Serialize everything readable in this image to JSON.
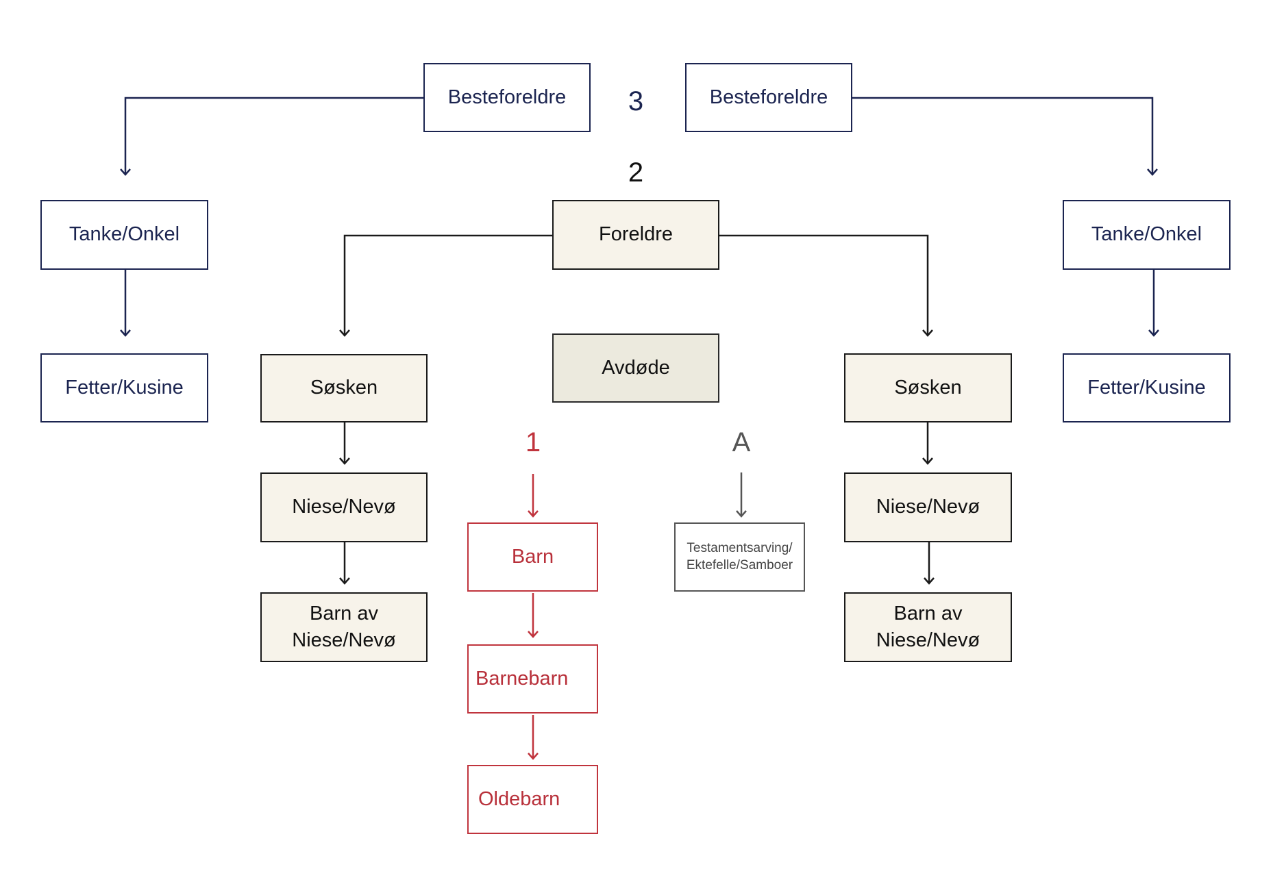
{
  "colors": {
    "navy": "#1b2450",
    "black": "#1a1a1a",
    "red": "#c0343d",
    "grey": "#555555",
    "beige_fill": "#f7f3ea",
    "deceased_fill": "#eceade"
  },
  "labels": {
    "class3": "3",
    "class2": "2",
    "class1": "1",
    "classA": "A"
  },
  "nodes": {
    "grandparents_left": "Besteforeldre",
    "grandparents_right": "Besteforeldre",
    "aunt_uncle_left": "Tanke/Onkel",
    "aunt_uncle_right": "Tanke/Onkel",
    "cousin_left": "Fetter/Kusine",
    "cousin_right": "Fetter/Kusine",
    "parents": "Foreldre",
    "deceased": "Avdøde",
    "siblings_left": "Søsken",
    "siblings_right": "Søsken",
    "niece_nephew_left": "Niese/Nevø",
    "niece_nephew_right": "Niese/Nevø",
    "grandniece_left_line1": "Barn av",
    "grandniece_left_line2": "Niese/Nevø",
    "grandniece_right_line1": "Barn av",
    "grandniece_right_line2": "Niese/Nevø",
    "child": "Barn",
    "grandchild": "Barnebarn",
    "great_grandchild": "Oldebarn",
    "testament_line1": "Testamentsarving/",
    "testament_line2": "Ektefelle/Samboer"
  }
}
